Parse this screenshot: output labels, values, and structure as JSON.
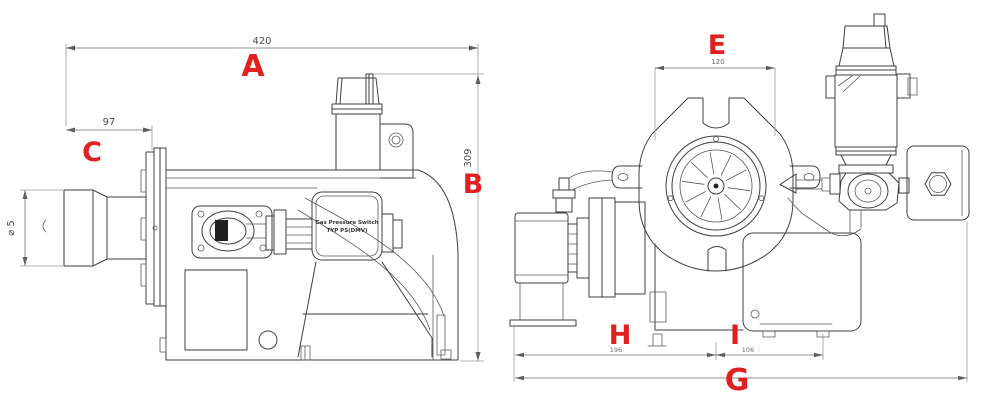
{
  "drawing": {
    "title": "gas burner dimensional drawing",
    "colors": {
      "label_red": "#e0201e",
      "line_dark": "#3f3f3f",
      "dim_gray": "#8f8f8f",
      "background": "#ffffff"
    },
    "side_view": {
      "dim_overall_length": "420",
      "dim_tube_length": "97",
      "dim_overall_height": "309",
      "dim_tube_diameter": "⌀ 5",
      "label_a": "A",
      "label_b": "B",
      "label_c": "C",
      "switch_label_line1": "Gas Pressure Switch",
      "switch_label_line2": "TYP PS(DMV)"
    },
    "front_view": {
      "dim_housing_width": "120",
      "dim_axis_left": "196",
      "dim_axis_right": "106",
      "label_e": "E",
      "label_g": "G",
      "label_h": "H",
      "label_i": "I"
    }
  }
}
